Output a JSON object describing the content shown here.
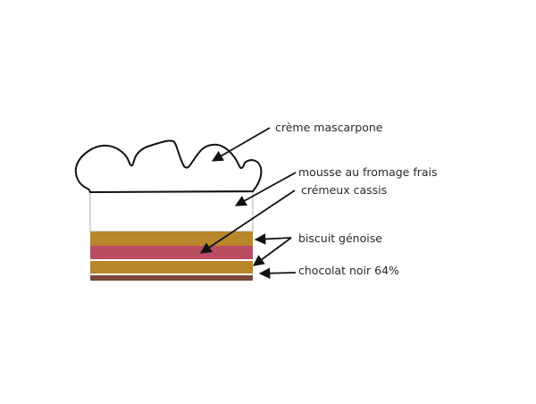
{
  "labels": {
    "creme": "crème mascarpone",
    "mousse": "mousse au fromage frais",
    "cassis": "crémeux cassis",
    "biscuit": "biscuit génoise",
    "chocolat": "chocolat noir 64%"
  },
  "colors": {
    "biscuit": "#b8862b",
    "cassis": "#b94e62",
    "chocolat": "#7a4a3c",
    "outline": "#111111",
    "mousse_border": "#c8c8c8"
  }
}
